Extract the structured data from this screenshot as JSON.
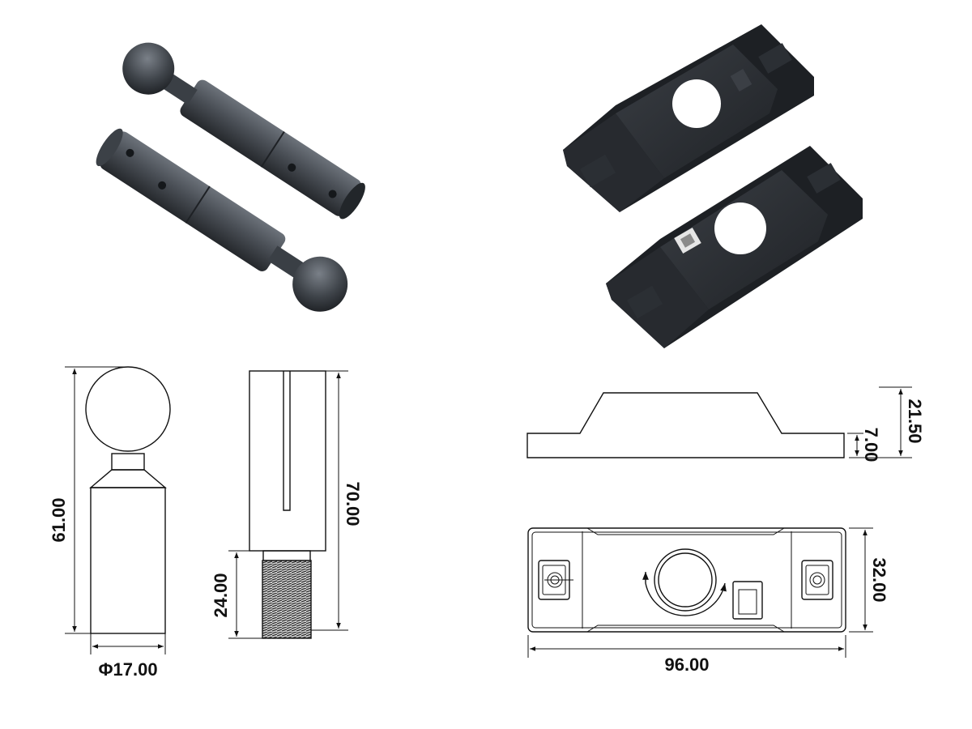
{
  "colors": {
    "part_dark": "#2f3338",
    "part_mid": "#4a4f56",
    "part_light": "#6c727a",
    "line": "#111111",
    "background": "#ffffff"
  },
  "dimensions": {
    "ball_height": "61.00",
    "ball_diameter": "Φ17.00",
    "slot_height": "70.00",
    "thread_length": "24.00",
    "base_height": "21.50",
    "base_flange": "7.00",
    "base_width": "32.00",
    "base_length": "96.00"
  }
}
